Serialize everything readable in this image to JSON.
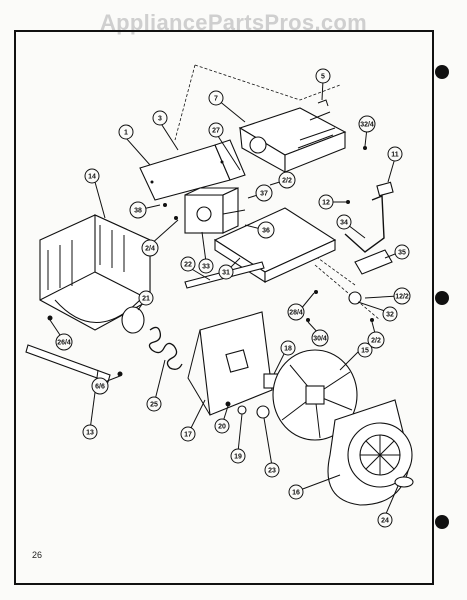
{
  "watermark": "AppliancePartsPros.com",
  "page_number": "26",
  "callouts": [
    {
      "id": "c1",
      "label": "1"
    },
    {
      "id": "c3",
      "label": "3"
    },
    {
      "id": "c5",
      "label": "5"
    },
    {
      "id": "c7",
      "label": "7"
    },
    {
      "id": "c11",
      "label": "11"
    },
    {
      "id": "c12a",
      "label": "12"
    },
    {
      "id": "c12b",
      "label": "12/2"
    },
    {
      "id": "c13",
      "label": "13"
    },
    {
      "id": "c14",
      "label": "14"
    },
    {
      "id": "c15",
      "label": "15"
    },
    {
      "id": "c16",
      "label": "16"
    },
    {
      "id": "c17",
      "label": "17"
    },
    {
      "id": "c18",
      "label": "18"
    },
    {
      "id": "c19",
      "label": "19"
    },
    {
      "id": "c20",
      "label": "20"
    },
    {
      "id": "c21",
      "label": "21"
    },
    {
      "id": "c22",
      "label": "22"
    },
    {
      "id": "c23",
      "label": "23"
    },
    {
      "id": "c24",
      "label": "24"
    },
    {
      "id": "c25",
      "label": "25"
    },
    {
      "id": "c26",
      "label": "26/4"
    },
    {
      "id": "c27",
      "label": "27"
    },
    {
      "id": "c28",
      "label": "28/4"
    },
    {
      "id": "c2a",
      "label": "2/2"
    },
    {
      "id": "c2b",
      "label": "2/4"
    },
    {
      "id": "c2c",
      "label": "2/2"
    },
    {
      "id": "c30",
      "label": "30/4"
    },
    {
      "id": "c31",
      "label": "31"
    },
    {
      "id": "c32a",
      "label": "32/4"
    },
    {
      "id": "c32b",
      "label": "32"
    },
    {
      "id": "c33",
      "label": "33"
    },
    {
      "id": "c34",
      "label": "34"
    },
    {
      "id": "c35",
      "label": "35"
    },
    {
      "id": "c36",
      "label": "36"
    },
    {
      "id": "c37",
      "label": "37"
    },
    {
      "id": "c38",
      "label": "38"
    },
    {
      "id": "c6",
      "label": "6/6"
    }
  ]
}
